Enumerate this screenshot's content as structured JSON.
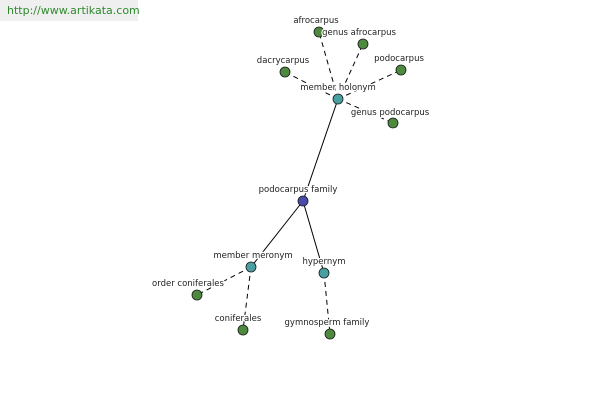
{
  "source_link": "http://www.artikata.com",
  "colors": {
    "center": "#4a4aa8",
    "relation": "#4aa0a0",
    "leaf": "#4e8a3e"
  },
  "graph": {
    "center": {
      "id": "podocarpus-family",
      "label": "podocarpus family"
    },
    "relations": [
      {
        "id": "member-holonym",
        "label": "member holonym",
        "leaves": [
          {
            "id": "afrocarpus",
            "label": "afrocarpus"
          },
          {
            "id": "genus-afrocarpus",
            "label": "genus afrocarpus"
          },
          {
            "id": "podocarpus",
            "label": "podocarpus"
          },
          {
            "id": "dacrycarpus",
            "label": "dacrycarpus"
          },
          {
            "id": "genus-podocarpus",
            "label": "genus podocarpus"
          }
        ]
      },
      {
        "id": "member-meronym",
        "label": "member meronym",
        "leaves": [
          {
            "id": "order-coniferales",
            "label": "order coniferales"
          },
          {
            "id": "coniferales",
            "label": "coniferales"
          }
        ]
      },
      {
        "id": "hypernym",
        "label": "hypernym",
        "leaves": [
          {
            "id": "gymnosperm-family",
            "label": "gymnosperm family"
          }
        ]
      }
    ]
  }
}
